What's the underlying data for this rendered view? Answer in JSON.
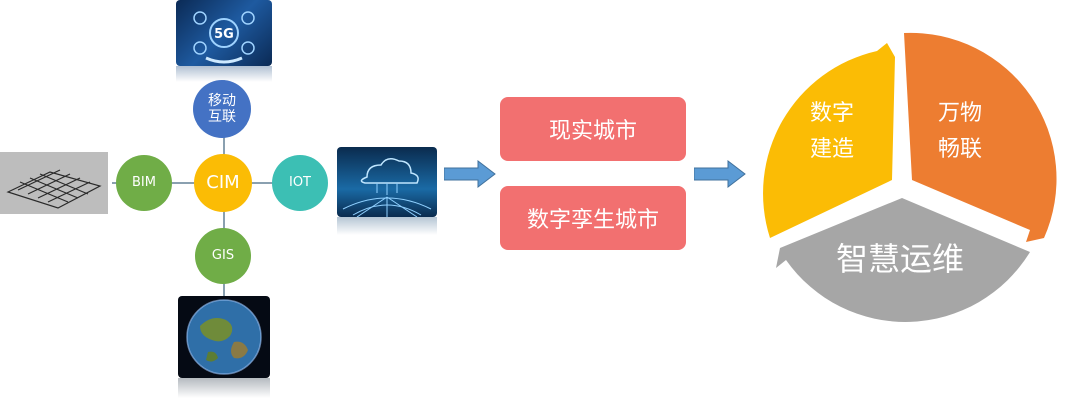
{
  "hub": {
    "center": "CIM",
    "top_line1": "移动",
    "top_line2": "互联",
    "left": "BIM",
    "right": "IOT",
    "bottom": "GIS"
  },
  "images": {
    "top_5g_label": "5G"
  },
  "middle": {
    "box1": "现实城市",
    "box2": "数字孪生城市"
  },
  "cycle": {
    "yellow_line1": "数字",
    "yellow_line2": "建造",
    "orange_line1": "万物",
    "orange_line2": "畅联",
    "gray": "智慧运维"
  },
  "colors": {
    "yellow": "#fbbc05",
    "orange": "#ed7d31",
    "gray": "#a6a6a6",
    "green": "#70ad47",
    "teal": "#3cbfb4",
    "blue": "#4472c4",
    "pill": "#f27070",
    "arrow": "#5b9bd5"
  }
}
